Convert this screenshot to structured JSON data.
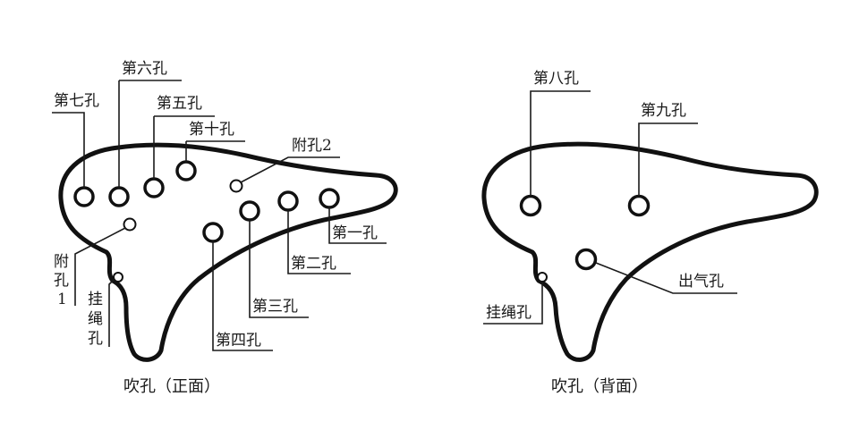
{
  "front": {
    "caption": "吹孔（正面）",
    "labels": {
      "hole1": "第一孔",
      "hole2": "第二孔",
      "hole3": "第三孔",
      "hole4": "第四孔",
      "hole5": "第五孔",
      "hole6": "第六孔",
      "hole7": "第七孔",
      "hole10": "第十孔",
      "aux2": "附孔2",
      "aux1": [
        "附",
        "孔",
        "1"
      ],
      "lanyard": [
        "挂",
        "绳",
        "孔"
      ]
    }
  },
  "back": {
    "caption": "吹孔（背面）",
    "labels": {
      "hole8": "第八孔",
      "hole9": "第九孔",
      "vent": "出气孔",
      "lanyard": "挂绳孔"
    }
  }
}
